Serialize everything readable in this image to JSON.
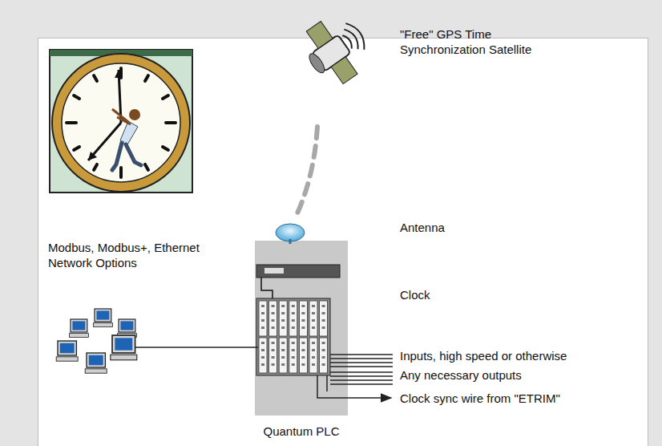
{
  "diagram": {
    "nodes": [
      {
        "text": [
          "Quantum PLC"
        ]
      }
    ],
    "labels": [
      "\"Free\" GPS Time Synchronization Satellite",
      "Antenna",
      "Modbus, Modbus+, Ethernet Network Options",
      "Clock",
      "Inputs, high speed or otherwise",
      "Any necessary outputs",
      "Clock sync wire from \"ETRIM\""
    ]
  }
}
